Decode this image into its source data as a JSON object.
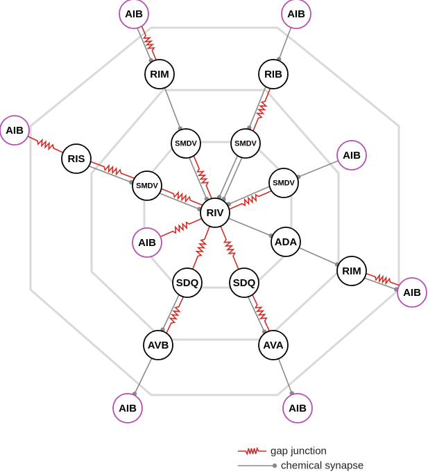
{
  "nodes": [
    {
      "id": "aib_tl",
      "label": "AIB",
      "kind": "aib"
    },
    {
      "id": "aib_tr",
      "label": "AIB",
      "kind": "aib"
    },
    {
      "id": "aib_l",
      "label": "AIB",
      "kind": "aib"
    },
    {
      "id": "aib_r",
      "label": "AIB",
      "kind": "aib"
    },
    {
      "id": "aib_mid",
      "label": "AIB",
      "kind": "aib"
    },
    {
      "id": "aib_rr",
      "label": "AIB",
      "kind": "aib"
    },
    {
      "id": "aib_bl",
      "label": "AIB",
      "kind": "aib"
    },
    {
      "id": "aib_br",
      "label": "AIB",
      "kind": "aib"
    },
    {
      "id": "rim_l",
      "label": "RIM",
      "kind": "core"
    },
    {
      "id": "rib",
      "label": "RIB",
      "kind": "core"
    },
    {
      "id": "ris",
      "label": "RIS",
      "kind": "core"
    },
    {
      "id": "smdv_tl",
      "label": "SMDV",
      "kind": "core"
    },
    {
      "id": "smdv_tr",
      "label": "SMDV",
      "kind": "core"
    },
    {
      "id": "smdv_l",
      "label": "SMDV",
      "kind": "core"
    },
    {
      "id": "smdv_r",
      "label": "SMDV",
      "kind": "core"
    },
    {
      "id": "riv",
      "label": "RIV",
      "kind": "core"
    },
    {
      "id": "ada",
      "label": "ADA",
      "kind": "core"
    },
    {
      "id": "rim_r",
      "label": "RIM",
      "kind": "core"
    },
    {
      "id": "sdq_l",
      "label": "SDQ",
      "kind": "core"
    },
    {
      "id": "sdq_r",
      "label": "SDQ",
      "kind": "core"
    },
    {
      "id": "avb",
      "label": "AVB",
      "kind": "core"
    },
    {
      "id": "ava",
      "label": "AVA",
      "kind": "core"
    }
  ],
  "connections": [
    {
      "from": "aib_tl",
      "to": "rim_l",
      "type": "gap"
    },
    {
      "from": "aib_tl",
      "to": "rim_l",
      "type": "chemical"
    },
    {
      "from": "aib_tr",
      "to": "rib",
      "type": "chemical"
    },
    {
      "from": "aib_l",
      "to": "ris",
      "type": "gap"
    },
    {
      "from": "rim_l",
      "to": "smdv_tl",
      "type": "chemical"
    },
    {
      "from": "rib",
      "to": "smdv_tr",
      "type": "gap"
    },
    {
      "from": "rib",
      "to": "smdv_tr",
      "type": "chemical"
    },
    {
      "from": "ris",
      "to": "smdv_l",
      "type": "gap"
    },
    {
      "from": "ris",
      "to": "smdv_l",
      "type": "chemical"
    },
    {
      "from": "smdv_tl",
      "to": "riv",
      "type": "gap"
    },
    {
      "from": "smdv_tl",
      "to": "riv",
      "type": "chemical"
    },
    {
      "from": "smdv_tr",
      "to": "riv",
      "type": "chemical"
    },
    {
      "from": "smdv_tr",
      "to": "riv",
      "type": "chemical"
    },
    {
      "from": "smdv_l",
      "to": "riv",
      "type": "gap"
    },
    {
      "from": "smdv_l",
      "to": "riv",
      "type": "chemical"
    },
    {
      "from": "smdv_r",
      "to": "riv",
      "type": "gap"
    },
    {
      "from": "smdv_r",
      "to": "riv",
      "type": "chemical"
    },
    {
      "from": "aib_r",
      "to": "smdv_r",
      "type": "chemical"
    },
    {
      "from": "aib_mid",
      "to": "riv",
      "type": "gap"
    },
    {
      "from": "riv",
      "to": "ada",
      "type": "chemical"
    },
    {
      "from": "riv",
      "to": "sdq_l",
      "type": "gap"
    },
    {
      "from": "riv",
      "to": "sdq_r",
      "type": "gap"
    },
    {
      "from": "ada",
      "to": "rim_r",
      "type": "chemical"
    },
    {
      "from": "rim_r",
      "to": "aib_rr",
      "type": "gap"
    },
    {
      "from": "rim_r",
      "to": "aib_rr",
      "type": "chemical"
    },
    {
      "from": "sdq_l",
      "to": "avb",
      "type": "gap"
    },
    {
      "from": "sdq_l",
      "to": "avb",
      "type": "chemical"
    },
    {
      "from": "sdq_r",
      "to": "ava",
      "type": "gap"
    },
    {
      "from": "sdq_r",
      "to": "ava",
      "type": "chemical"
    },
    {
      "from": "avb",
      "to": "aib_bl",
      "type": "chemical"
    },
    {
      "from": "ava",
      "to": "aib_br",
      "type": "chemical"
    }
  ],
  "legend": {
    "gap_label": "gap junction",
    "chemical_label": "chemical synapse"
  },
  "colors": {
    "gap": "#d42a24",
    "chemical": "#8a8a8a",
    "aib_outline": "#b44fb0",
    "core_outline": "#000000",
    "ring": "#d9d9d9"
  }
}
